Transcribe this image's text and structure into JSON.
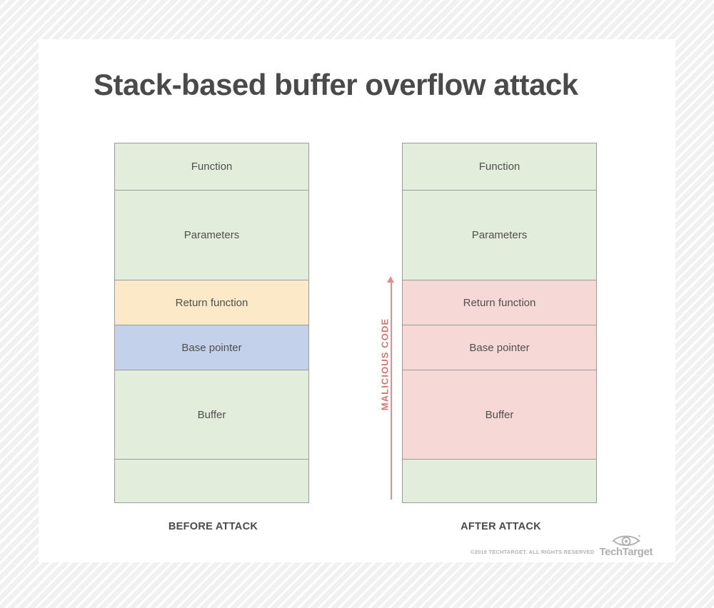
{
  "title": "Stack-based buffer overflow attack",
  "colors": {
    "green": "#e3eddc",
    "orange": "#fce9c8",
    "blue": "#c3d2ea",
    "pink": "#f6d9d6",
    "border": "#9a9a9a",
    "accent_red": "#d9736f",
    "text": "#4f4f4f",
    "card": "#ffffff",
    "page_bg": "#f2f2f2"
  },
  "annotation": {
    "label": "MALICIOUS CODE",
    "direction": "up"
  },
  "diagram": {
    "type": "stack-comparison",
    "columns": [
      {
        "caption": "BEFORE ATTACK",
        "rows": [
          {
            "label": "Function",
            "color": "green",
            "height": 66
          },
          {
            "label": "Parameters",
            "color": "green",
            "height": 126
          },
          {
            "label": "Return function",
            "color": "orange",
            "height": 63
          },
          {
            "label": "Base pointer",
            "color": "blue",
            "height": 63
          },
          {
            "label": "Buffer",
            "color": "green",
            "height": 125
          },
          {
            "label": "",
            "color": "green",
            "height": 60
          }
        ]
      },
      {
        "caption": "AFTER ATTACK",
        "rows": [
          {
            "label": "Function",
            "color": "green",
            "height": 66
          },
          {
            "label": "Parameters",
            "color": "green",
            "height": 126
          },
          {
            "label": "Return function",
            "color": "pink",
            "height": 63
          },
          {
            "label": "Base pointer",
            "color": "pink",
            "height": 63
          },
          {
            "label": "Buffer",
            "color": "pink",
            "height": 125
          },
          {
            "label": "",
            "color": "green",
            "height": 60
          }
        ]
      }
    ]
  },
  "footer": {
    "copyright": "©2019 TECHTARGET. ALL RIGHTS RESERVED",
    "logo_text": "TechTarget"
  }
}
